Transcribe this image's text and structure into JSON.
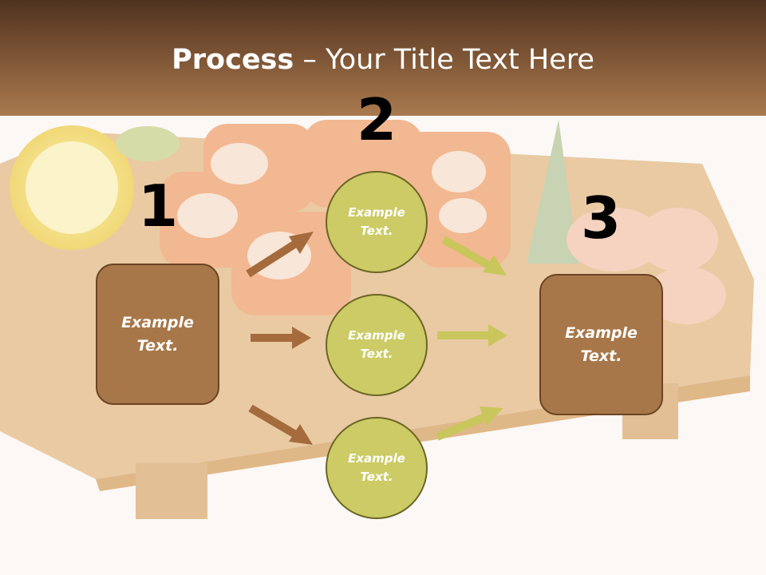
{
  "title": {
    "bold": "Process",
    "rest": " – Your Title Text Here"
  },
  "steps": {
    "one": "1",
    "two": "2",
    "three": "3"
  },
  "boxes": {
    "left": "Example Text.",
    "right": "Example Text."
  },
  "circles": {
    "top": "Example Text.",
    "middle": "Example Text.",
    "bottom": "Example Text."
  },
  "colors": {
    "title_bar": "#6b4424",
    "box_fill": "#a87749",
    "circle_fill": "#cccb66",
    "arrow_brown": "#a56b3c",
    "arrow_green": "#c9c65c"
  }
}
